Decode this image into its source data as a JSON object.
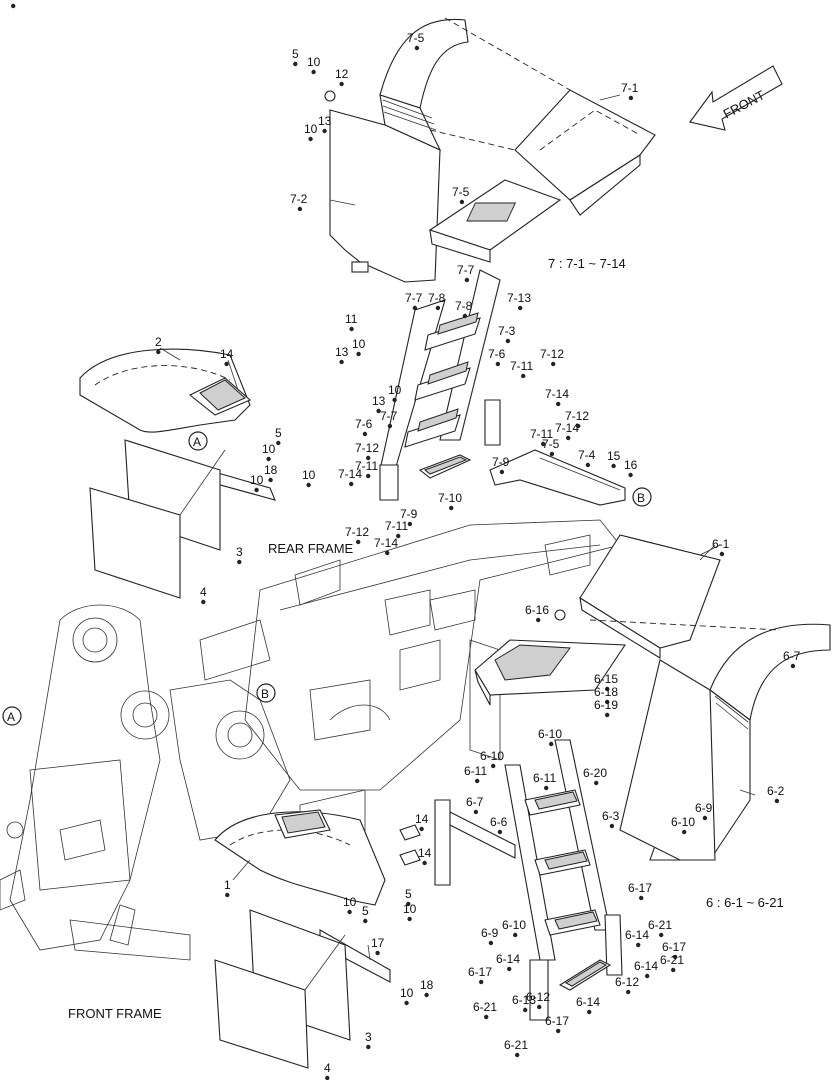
{
  "diagram": {
    "section_labels": {
      "rear_frame": "REAR FRAME",
      "front_frame": "FRONT FRAME",
      "front_arrow": "FRONT"
    },
    "notes": {
      "group7": "7 : 7-1 ~ 7-14",
      "group6": "6 : 6-1 ~ 6-21"
    },
    "callouts": {
      "A": "A",
      "B": "B"
    },
    "part_labels": [
      "7-5",
      "7-1",
      "5",
      "10",
      "12",
      "13",
      "10",
      "7-2",
      "7-5",
      "7-7",
      "7-8",
      "7-7",
      "7-8",
      "7-13",
      "11",
      "7-3",
      "13",
      "10",
      "7-6",
      "7-11",
      "7-12",
      "10",
      "13",
      "7-14",
      "7-12",
      "7-6",
      "7-7",
      "7-11",
      "7-14",
      "7-12",
      "7-11",
      "7-14",
      "7-5",
      "7-4",
      "15",
      "16",
      "7-9",
      "7-10",
      "7-9",
      "7-11",
      "7-12",
      "7-14",
      "2",
      "14",
      "5",
      "10",
      "10",
      "18",
      "10",
      "3",
      "4",
      "6-1",
      "6-16",
      "6-7",
      "6-15",
      "6-18",
      "6-19",
      "6-10",
      "6-11",
      "6-10",
      "6-11",
      "6-20",
      "6-7",
      "6-6",
      "6-3",
      "6-2",
      "6-9",
      "6-10",
      "14",
      "14",
      "1",
      "5",
      "10",
      "10",
      "5",
      "17",
      "18",
      "10",
      "3",
      "4",
      "6-17",
      "6-21",
      "6-9",
      "6-10",
      "6-14",
      "6-17",
      "6-12",
      "6-14",
      "6-21",
      "6-17",
      "6-14",
      "6-21",
      "6-17",
      "6-12",
      "6-14",
      "6-21",
      "6-13",
      "6-21"
    ]
  }
}
